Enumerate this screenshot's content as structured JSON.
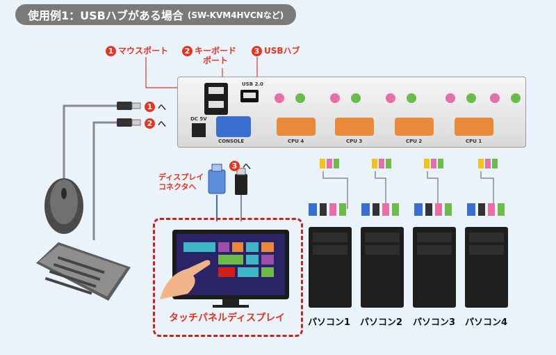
{
  "title": {
    "main": "使用例1：USBハブがある場合",
    "sub": "(SW-KVM4HVCNなど)"
  },
  "callouts": [
    {
      "num": "1",
      "label": "マウスポート"
    },
    {
      "num": "2",
      "label_line1": "キーボード",
      "label_line2": "ポート"
    },
    {
      "num": "3",
      "label": "USBハブ"
    }
  ],
  "arrows": {
    "to1": "へ",
    "to2": "へ",
    "to3": "へ"
  },
  "display_connector": {
    "line1": "ディスプレイ",
    "line2": "コネクタへ"
  },
  "kvm_ports": {
    "usb": "USB 2.0",
    "console": "CONSOLE",
    "cpu4": "CPU 4",
    "cpu3": "CPU 3",
    "cpu2": "CPU 2",
    "cpu1": "CPU 1",
    "dc": "DC 5V"
  },
  "touch_panel": "タッチパネルディスプレイ",
  "pcs": [
    "パソコン1",
    "パソコン2",
    "パソコン3",
    "パソコン4"
  ],
  "colors": {
    "accent_red": "#e8331e",
    "vga_blue": "#3a6fcf",
    "vga_orange": "#e9893a",
    "audio_pink": "#e86ea8",
    "audio_green": "#6dbb4a",
    "rca_yellow": "#f2c318"
  }
}
